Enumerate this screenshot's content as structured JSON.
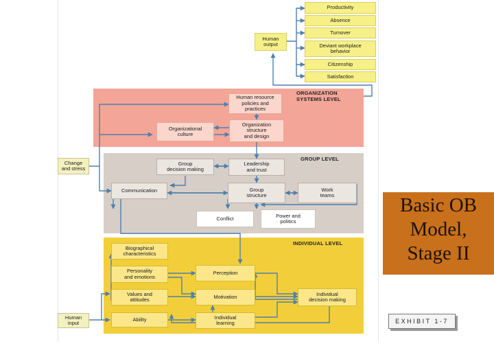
{
  "levels": {
    "org": "ORGANIZATION\nSYSTEMS LEVEL",
    "group": "GROUP LEVEL",
    "individual": "INDIVIDUAL LEVEL"
  },
  "outputs": [
    "Productivity",
    "Absence",
    "Turnover",
    "Deviant workplace\nbehavior",
    "Citizenship",
    "Satisfaction"
  ],
  "human_output": "Human\noutput",
  "human_input": "Human\ninput",
  "change_and_stress": "Change\nand stress",
  "org_boxes": {
    "hr_policies": "Human resource\npolicies and\npractices",
    "org_culture": "Organizational\nculture",
    "org_structure": "Organization\nstructure\nand design"
  },
  "group_boxes": {
    "group_decision": "Group\ndecision making",
    "leadership": "Leadership\nand trust",
    "communication": "Communication",
    "group_structure": "Group\nstructure",
    "work_teams": "Work\nteams",
    "conflict": "Conflict",
    "power_politics": "Power and\npolitics"
  },
  "individual_boxes": {
    "biographical": "Biographical\ncharacteristics",
    "personality": "Personality\nand emotions",
    "values": "Values and\nattitudes",
    "ability": "Ability",
    "perception": "Perception",
    "motivation": "Motivation",
    "learning": "Individual\nlearning",
    "decision": "Individual\ndecision making"
  },
  "panel": {
    "title": "Basic OB\nModel,\nStage II",
    "exhibit": "EXHIBIT 1-7"
  },
  "colors": {
    "org_level": "#f3a597",
    "group_level": "#d7cfc7",
    "individual_level": "#f2cf3a",
    "output_box": "#f7f089",
    "arrow": "#4f7fae",
    "panel": "#c8701b"
  }
}
